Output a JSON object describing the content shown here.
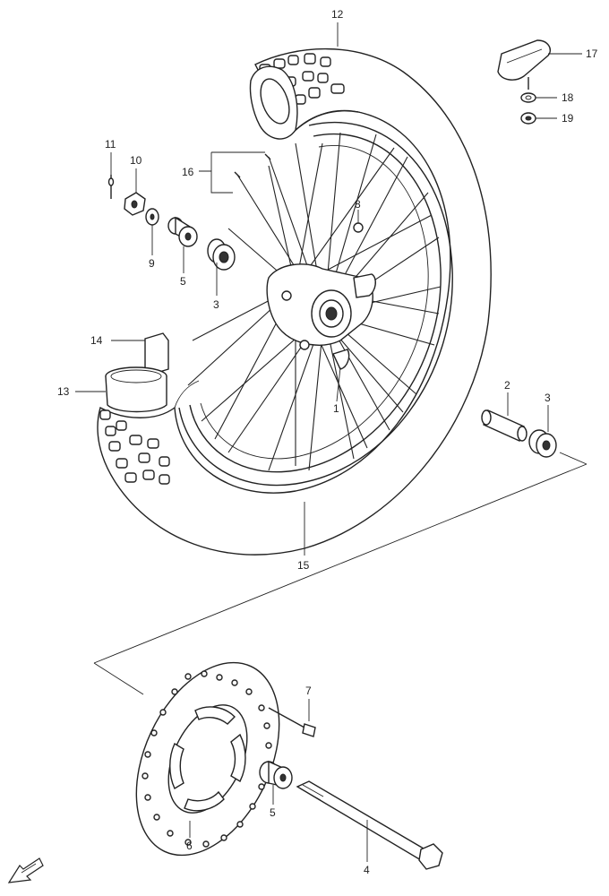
{
  "callouts": [
    {
      "id": "c12",
      "text": "12"
    },
    {
      "id": "c17",
      "text": "17"
    },
    {
      "id": "c18",
      "text": "18"
    },
    {
      "id": "c19",
      "text": "19"
    },
    {
      "id": "c11",
      "text": "11"
    },
    {
      "id": "c10",
      "text": "10"
    },
    {
      "id": "c16",
      "text": "16"
    },
    {
      "id": "c8",
      "text": "8"
    },
    {
      "id": "c9",
      "text": "9"
    },
    {
      "id": "c5a",
      "text": "5"
    },
    {
      "id": "c3a",
      "text": "3"
    },
    {
      "id": "c14",
      "text": "14"
    },
    {
      "id": "c13",
      "text": "13"
    },
    {
      "id": "c1",
      "text": "1"
    },
    {
      "id": "c2",
      "text": "2"
    },
    {
      "id": "c3b",
      "text": "3"
    },
    {
      "id": "c15",
      "text": "15"
    },
    {
      "id": "c7",
      "text": "7"
    },
    {
      "id": "c5b",
      "text": "5"
    },
    {
      "id": "c6",
      "text": "6"
    },
    {
      "id": "c4",
      "text": "4"
    }
  ],
  "fwd_icon": "fwd-arrow-icon"
}
